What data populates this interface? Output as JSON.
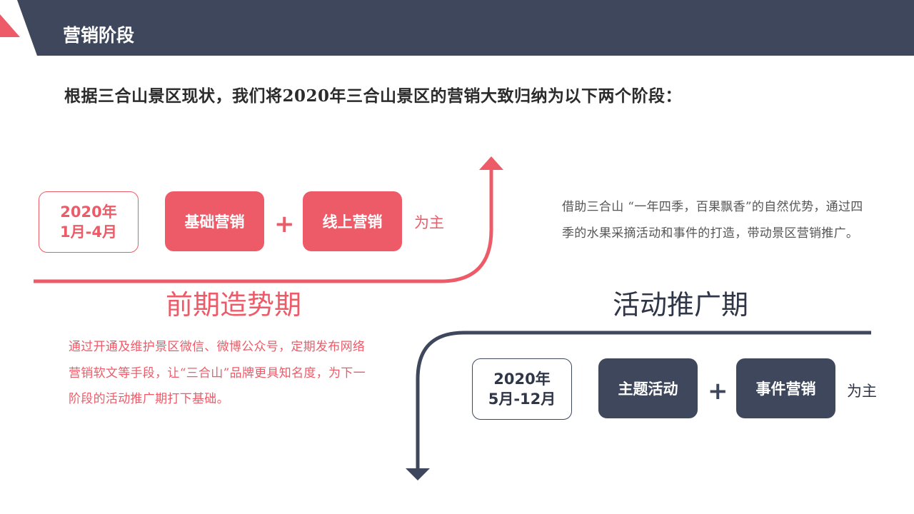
{
  "header": {
    "title": "营销阶段"
  },
  "intro": "根据三合山景区现状，我们将2020年三合山景区的营销大致归纳为以下两个阶段：",
  "colors": {
    "accent_red": "#ee5b68",
    "navy": "#3e475c"
  },
  "phase1": {
    "date_line1": "2020年",
    "date_line2": "1月-4月",
    "item1": "基础营销",
    "plus": "+",
    "item2": "线上营销",
    "suffix": "为主",
    "title": "前期造势期",
    "description": "通过开通及维护景区微信、微博公众号，定期发布网络营销软文等手段，让“三合山”品牌更具知名度，为下一阶段的活动推广期打下基础。"
  },
  "phase2": {
    "description": "借助三合山 “一年四季，百果飘香”的自然优势，通过四季的水果采摘活动和事件的打造，带动景区营销推广。",
    "title": "活动推广期",
    "date_line1": "2020年",
    "date_line2": "5月-12月",
    "item1": "主题活动",
    "plus": "+",
    "item2": "事件营销",
    "suffix": "为主"
  }
}
